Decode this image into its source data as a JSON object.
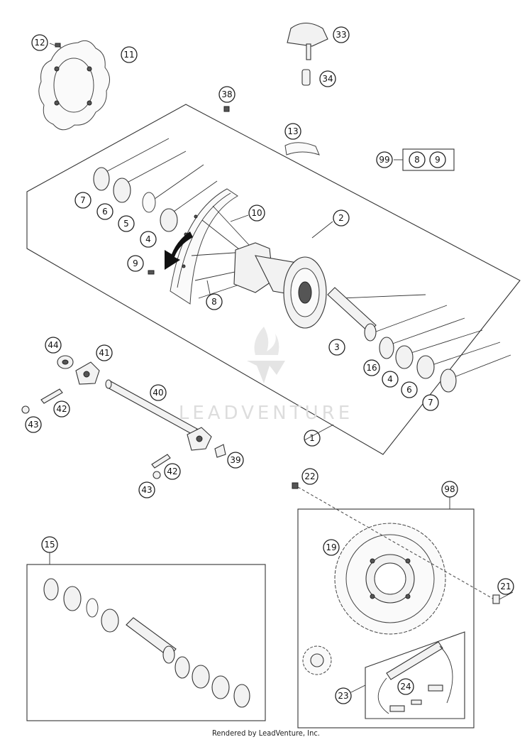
{
  "diagram": {
    "callouts": {
      "c1": "1",
      "c2": "2",
      "c3": "3",
      "c4a": "4",
      "c4b": "4",
      "c5": "5",
      "c6a": "6",
      "c6b": "6",
      "c7a": "7",
      "c7b": "7",
      "c8": "8",
      "c9": "9",
      "c10": "10",
      "c11": "11",
      "c12": "12",
      "c13": "13",
      "c15": "15",
      "c16": "16",
      "c19": "19",
      "c21": "21",
      "c22": "22",
      "c23": "23",
      "c24": "24",
      "c33": "33",
      "c34": "34",
      "c38": "38",
      "c39": "39",
      "c40": "40",
      "c41": "41",
      "c42a": "42",
      "c42b": "42",
      "c43a": "43",
      "c43b": "43",
      "c44": "44",
      "c98": "98",
      "kit99": "99",
      "kit8": "8",
      "kit9": "9"
    },
    "watermark": "LEADVENTURE",
    "footer": "Rendered by LeadVenture, Inc.",
    "colors": {
      "line": "#333333",
      "part_fill": "#f2f2f2",
      "watermark": "#dddddd"
    }
  }
}
